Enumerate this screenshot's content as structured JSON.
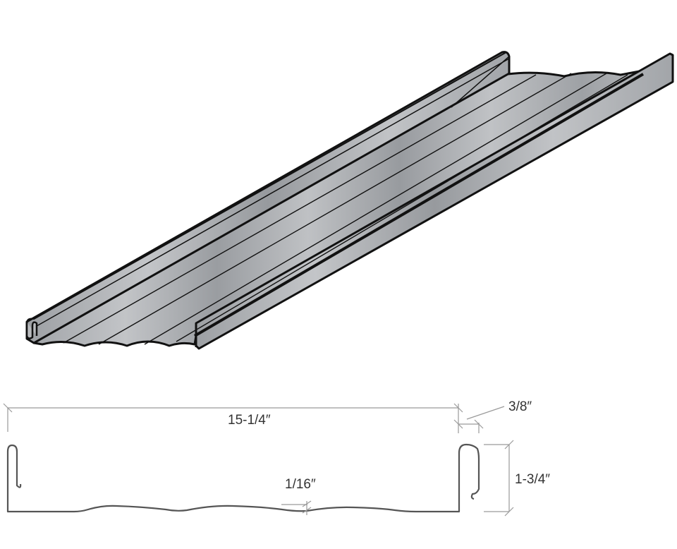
{
  "diagram": {
    "subject": "Standing seam metal roof panel",
    "views": [
      "isometric-3d",
      "cross-section-profile"
    ],
    "colors": {
      "panel_light": "#c4c6c9",
      "panel_mid": "#a7aaae",
      "panel_dark": "#8f9296",
      "outline": "#111111",
      "profile_line": "#555555",
      "dimension_line": "#9a9a9a",
      "label_text": "#333333"
    }
  },
  "dimensions": {
    "panel_width": "15-1/4″",
    "seam_width": "3/8″",
    "seam_height": "1-3/4″",
    "striation_depth": "1/16″"
  }
}
